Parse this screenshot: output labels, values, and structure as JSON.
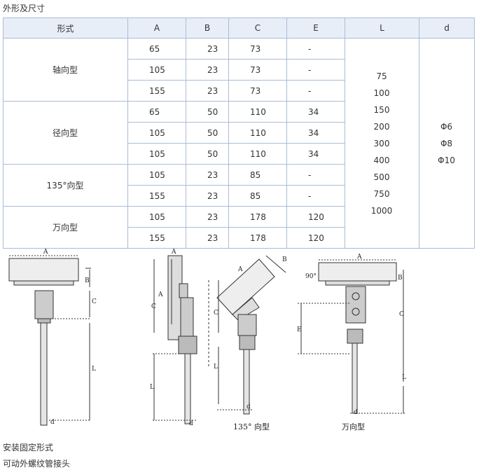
{
  "title": "外形及尺寸",
  "table": {
    "headers": [
      "形式",
      "A",
      "B",
      "C",
      "E",
      "L",
      "d"
    ],
    "groups": [
      {
        "type": "轴向型",
        "rows": [
          [
            "65",
            "23",
            "73",
            "-"
          ],
          [
            "105",
            "23",
            "73",
            "-"
          ],
          [
            "155",
            "23",
            "73",
            "-"
          ]
        ]
      },
      {
        "type": "径向型",
        "rows": [
          [
            "65",
            "50",
            "110",
            "34"
          ],
          [
            "105",
            "50",
            "110",
            "34"
          ],
          [
            "105",
            "50",
            "110",
            "34"
          ]
        ]
      },
      {
        "type": "135°向型",
        "rows": [
          [
            "105",
            "23",
            "85",
            "-"
          ],
          [
            "155",
            "23",
            "85",
            "-"
          ]
        ]
      },
      {
        "type": "万向型",
        "rows": [
          [
            "105",
            "23",
            "178",
            "120"
          ],
          [
            "155",
            "23",
            "178",
            "120"
          ]
        ]
      }
    ],
    "L_values": [
      "75",
      "100",
      "150",
      "200",
      "300",
      "400",
      "500",
      "750",
      "1000"
    ],
    "d_values": [
      "Φ6",
      "Φ8",
      "Φ10"
    ]
  },
  "drawings": {
    "labels": {
      "A": "A",
      "B": "B",
      "C": "C",
      "E": "E",
      "L": "L",
      "d": "d",
      "deg90": "90°"
    },
    "caption_135": "135° 向型",
    "caption_universal": "万向型"
  },
  "notes": [
    "安装固定形式",
    "可动外螺纹管接头"
  ]
}
